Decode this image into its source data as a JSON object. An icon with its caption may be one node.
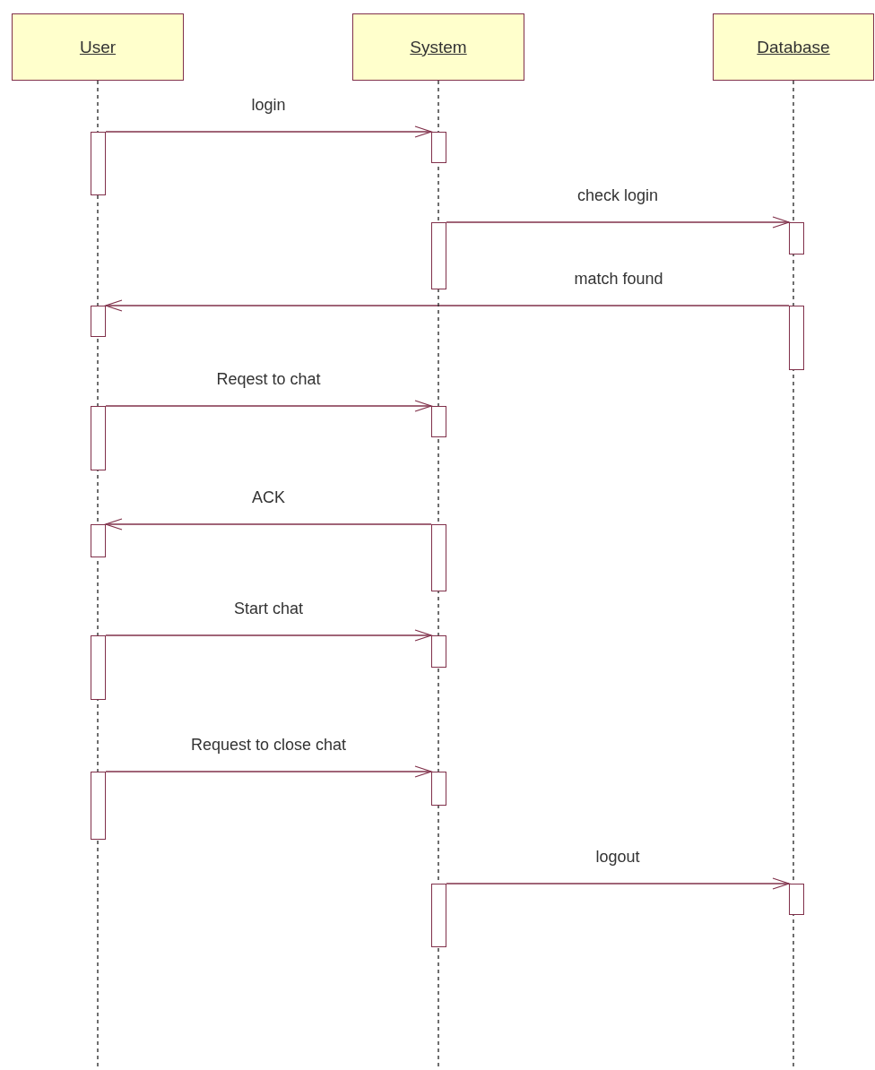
{
  "diagram": {
    "nodes": [
      {
        "text": [
          "User"
        ]
      },
      {
        "text": [
          "System"
        ]
      },
      {
        "text": [
          "Database"
        ]
      },
      {
        "text": [],
        "shape": "bar"
      },
      {
        "text": [],
        "shape": "bar"
      },
      {
        "text": [],
        "shape": "bar"
      },
      {
        "text": [],
        "shape": "bar"
      },
      {
        "text": [],
        "shape": "bar"
      },
      {
        "text": [],
        "shape": "bar"
      },
      {
        "text": [],
        "shape": "bar"
      },
      {
        "text": [],
        "shape": "bar"
      },
      {
        "text": [],
        "shape": "bar"
      },
      {
        "text": [],
        "shape": "bar"
      },
      {
        "text": [],
        "shape": "bar"
      },
      {
        "text": [],
        "shape": "bar"
      },
      {
        "text": [],
        "shape": "bar"
      },
      {
        "text": [],
        "shape": "bar"
      },
      {
        "text": [],
        "shape": "bar"
      },
      {
        "text": [],
        "shape": "bar"
      }
    ],
    "edges": [
      {
        "from": 3,
        "to": 4,
        "arrow": "to",
        "label": "login"
      },
      {
        "from": 5,
        "to": 6,
        "arrow": "to",
        "label": "check login"
      },
      {
        "from": 8,
        "to": 7,
        "arrow": "to",
        "label": "match found"
      },
      {
        "from": 9,
        "to": 10,
        "arrow": "to",
        "label": "Reqest to chat"
      },
      {
        "from": 12,
        "to": 11,
        "arrow": "to",
        "label": "ACK"
      },
      {
        "from": 13,
        "to": 14,
        "arrow": "to",
        "label": "Start chat"
      },
      {
        "from": 15,
        "to": 16,
        "arrow": "to",
        "label": "Request to close chat"
      },
      {
        "from": 17,
        "to": 18,
        "arrow": "to",
        "label": "logout"
      },
      {
        "from": 0,
        "to": null,
        "arrow": "none",
        "style": "dashed",
        "color": "#222222"
      },
      {
        "from": 1,
        "to": null,
        "arrow": "none",
        "style": "dashed",
        "color": "#222222"
      },
      {
        "from": 2,
        "to": null,
        "arrow": "none",
        "style": "dashed",
        "color": "#222222"
      }
    ]
  }
}
